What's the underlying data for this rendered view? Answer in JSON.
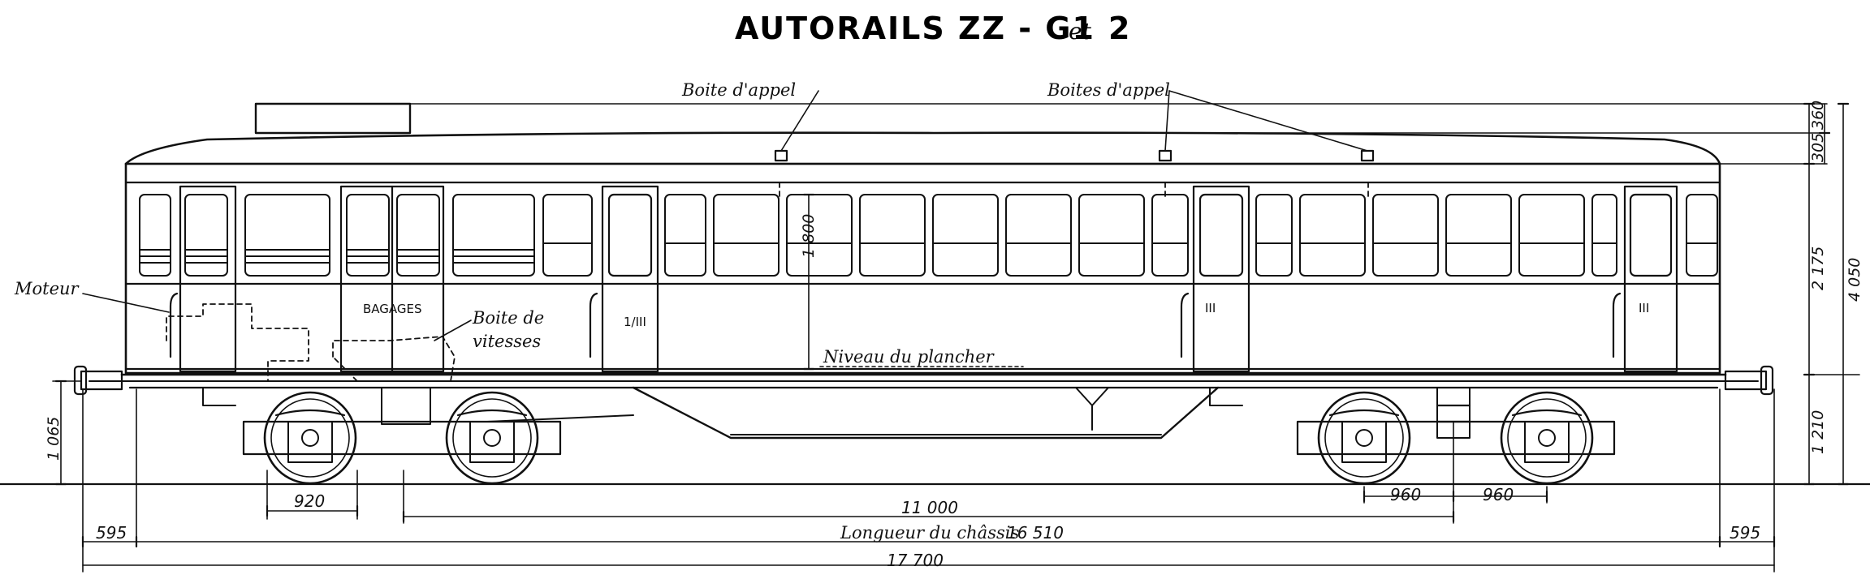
{
  "title": {
    "main": "AUTORAILS  ZZ - G1",
    "et": "et",
    "num": "2"
  },
  "labels": {
    "boite_appel": "Boite d'appel",
    "boites_appel": "Boites d'appel",
    "moteur": "Moteur",
    "bagages": "BAGAGES",
    "boite_de_line1": "Boite de",
    "boite_de_line2": "vitesses",
    "niveau": "Niveau du plancher",
    "longueur_prefix": "Longueur du châssis",
    "longueur_value": "16 510"
  },
  "dimensions": {
    "d920": "920",
    "d11000": "11 000",
    "d960a": "960",
    "d960b": "960",
    "d595_left": "595",
    "d595_right": "595",
    "d17700": "17 700",
    "d1800": "1 800",
    "d305": "305",
    "d360": "360",
    "d2175": "2 175",
    "d4050": "4 050",
    "d1210": "1 210",
    "d1065": "1 065"
  },
  "door_marks": {
    "d1": "1/III",
    "d2": "III",
    "d3": "III"
  },
  "colors": {
    "ink": "#111111",
    "paper": "#ffffff"
  }
}
